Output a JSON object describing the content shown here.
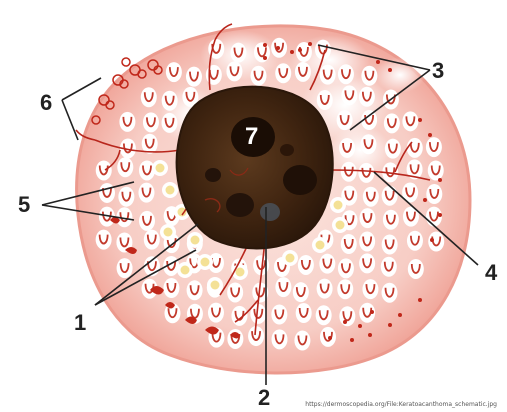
{
  "figure": {
    "labels": {
      "one": "1",
      "two": "2",
      "three": "3",
      "four": "4",
      "five": "5",
      "six": "6",
      "seven": "7"
    },
    "credit": "https://dermoscopedia.org/File:Keratoacanthoma_schematic.jpg"
  },
  "colors": {
    "lesion_pink": "#f5c8c0",
    "outline_pink": "#eeaaa0",
    "keratin_white": "#ffffff",
    "crater_brown": "#4a2a12",
    "vessel_red": "#c0271a",
    "dot_yellow": "#f4e196"
  }
}
